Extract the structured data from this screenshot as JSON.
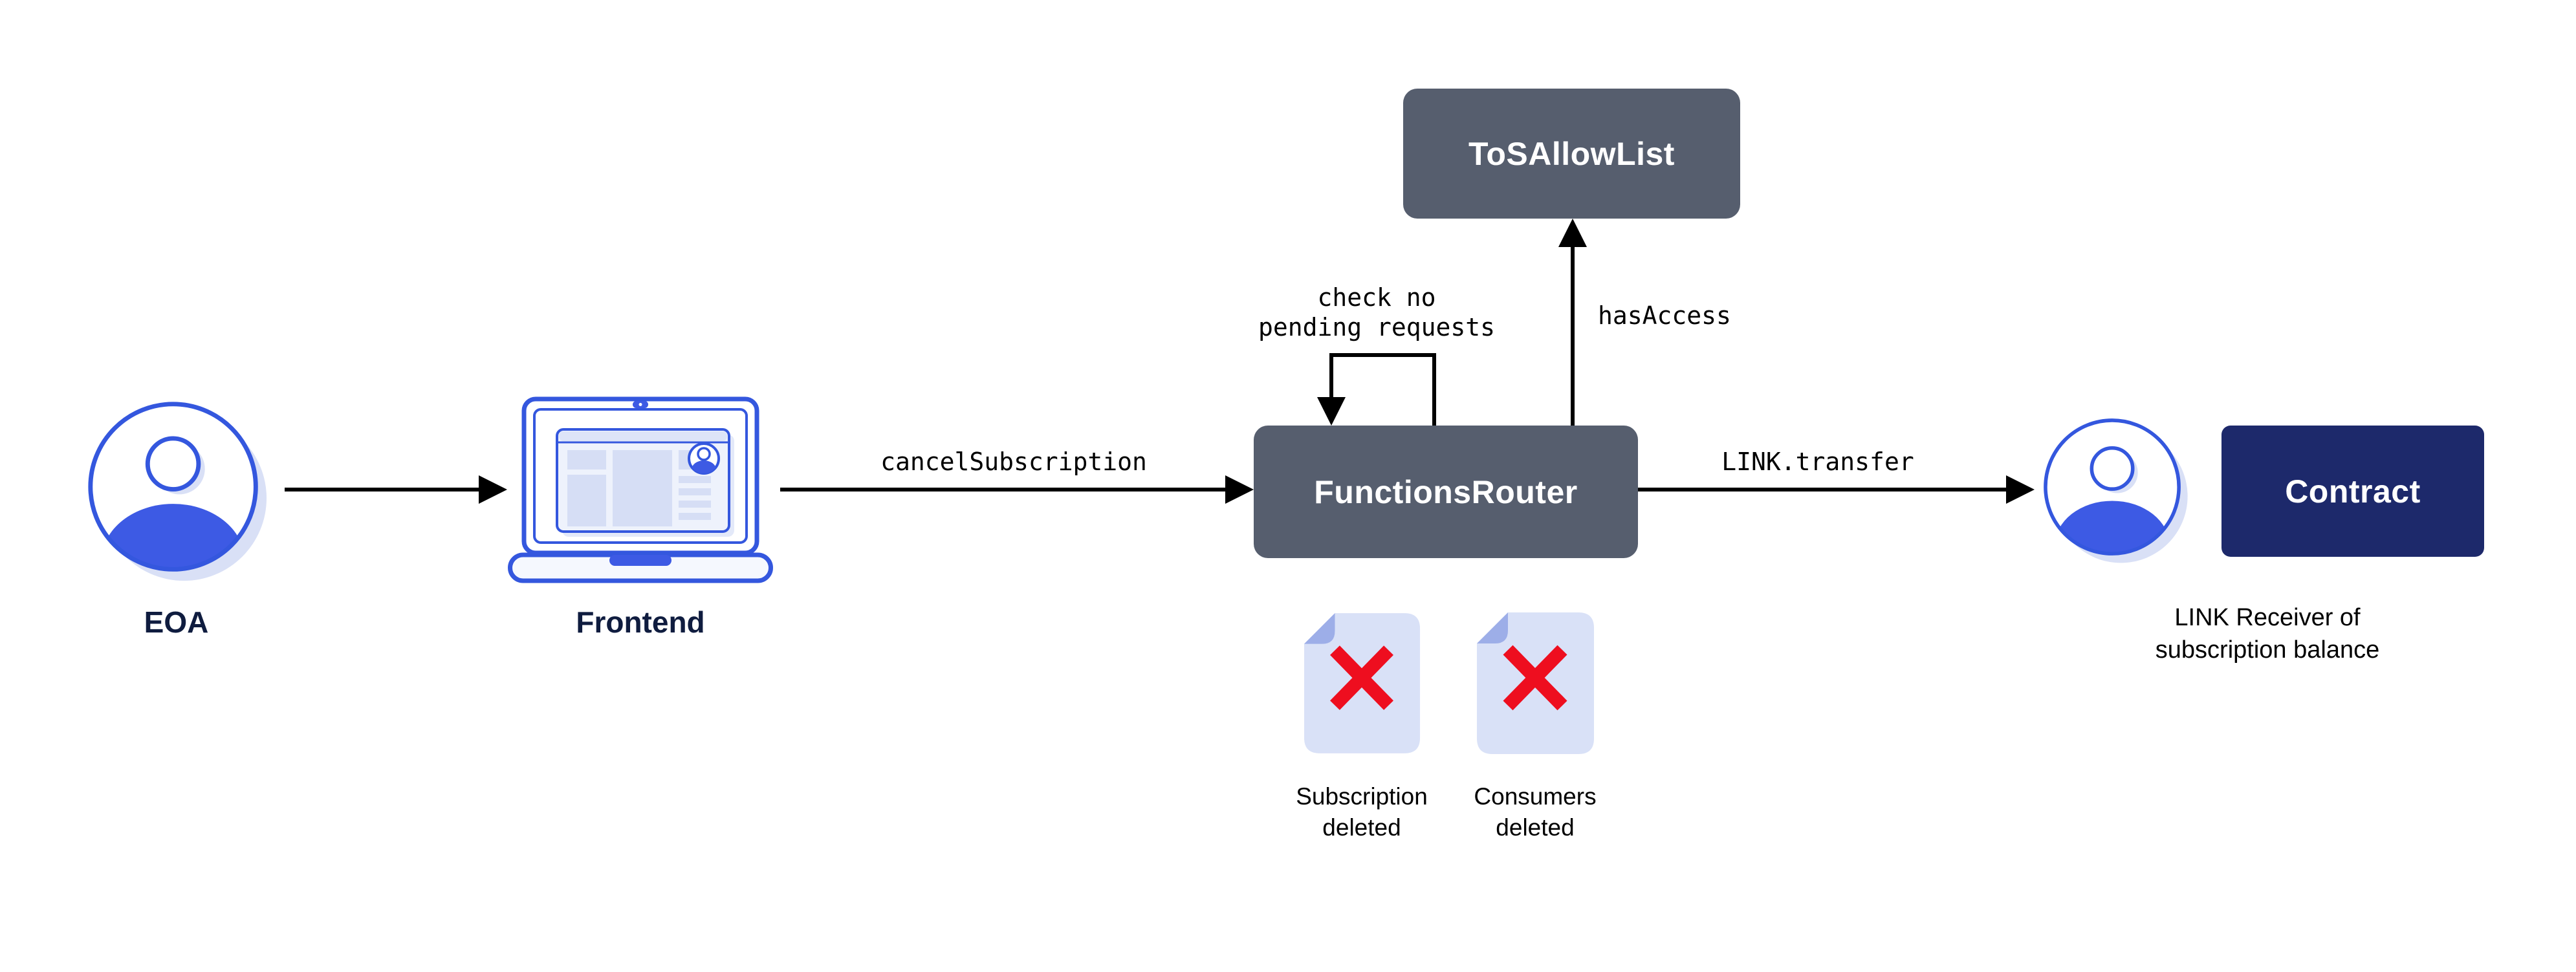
{
  "nodes": {
    "eoa": {
      "label": "EOA"
    },
    "frontend": {
      "label": "Frontend"
    },
    "tos_allow_list": {
      "label": "ToSAllowList"
    },
    "functions_router": {
      "label": "FunctionsRouter"
    },
    "contract": {
      "label": "Contract"
    },
    "link_receiver": {
      "caption_line1": "LINK Receiver of",
      "caption_line2": "subscription balance"
    }
  },
  "edge_labels": {
    "frontend_to_router": "cancelSubscription",
    "router_self_check_line1": "check no",
    "router_self_check_line2": "pending requests",
    "router_to_tos": "hasAccess",
    "router_to_receiver": "LINK.transfer"
  },
  "artifacts": {
    "subscription_doc": {
      "line1": "Subscription",
      "line2": "deleted"
    },
    "consumers_doc": {
      "line1": "Consumers",
      "line2": "deleted"
    }
  },
  "colors": {
    "box_slate": "#565E6E",
    "box_navy": "#1D296B",
    "icon_blue_stroke": "#3457DE",
    "icon_blue_fill": "#3D5AE4",
    "icon_shadow": "#D9E0F6",
    "doc_fill": "#D9E1F7",
    "doc_fold": "#9DAEE8",
    "delete_x_red": "#EE0E1F",
    "node_label_navy": "#0F1C3F",
    "arrow_black": "#000000"
  }
}
